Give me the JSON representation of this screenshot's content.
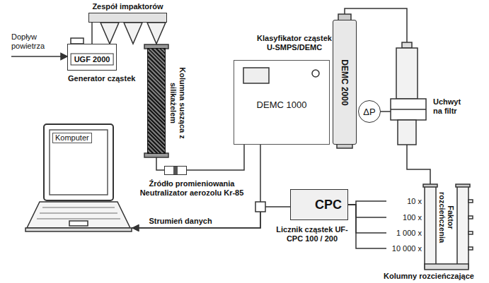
{
  "diagram": {
    "nodes": [
      {
        "text": [
          "Zespół impaktorów"
        ]
      },
      {
        "text": [
          "UGF 2000",
          "Generator cząstek"
        ]
      },
      {
        "text": [
          "Kolumna susząca z silikażelem"
        ]
      },
      {
        "text": [
          "Klasyfikator cząstek U-SMPS/DEMC",
          "DEMC 1000"
        ]
      },
      {
        "text": [
          "DEMC 2000"
        ]
      },
      {
        "text": [
          "Uchwyt na filtr"
        ]
      },
      {
        "text": [
          "ΔP"
        ]
      },
      {
        "text": [
          "Źródło promieniowania Neutralizator aerozolu Kr-85"
        ]
      },
      {
        "text": [
          "Komputer"
        ]
      },
      {
        "text": [
          "CPC",
          "Licznik cząstek UF-CPC 100 / 200"
        ]
      },
      {
        "text": [
          "Faktor rozcieńczenia",
          "Kolumny rozcieńczające"
        ]
      }
    ],
    "edges": [
      {
        "from": 1,
        "to": 0,
        "arrow": "none"
      },
      {
        "from": 0,
        "to": 2,
        "arrow": "none"
      },
      {
        "from": 2,
        "to": 7,
        "arrow": "none"
      },
      {
        "from": 7,
        "to": 3,
        "arrow": "none"
      },
      {
        "from": 4,
        "to": 5,
        "arrow": "none"
      },
      {
        "from": 6,
        "to": 5,
        "arrow": "none"
      },
      {
        "from": 5,
        "to": 10,
        "arrow": "none"
      },
      {
        "from": 10,
        "to": 9,
        "label": "10 x",
        "arrow": "none"
      },
      {
        "from": 10,
        "to": 9,
        "label": "100 x",
        "arrow": "none"
      },
      {
        "from": 10,
        "to": 9,
        "label": "1 000 x",
        "arrow": "none"
      },
      {
        "from": 10,
        "to": 9,
        "label": "10 000 x",
        "arrow": "none"
      },
      {
        "from": 3,
        "to": 8,
        "arrow": "to"
      },
      {
        "from": 9,
        "to": 8,
        "label": "Strumień danych",
        "arrow": "to"
      }
    ],
    "labels": [
      "Dopływ powietrza"
    ]
  }
}
